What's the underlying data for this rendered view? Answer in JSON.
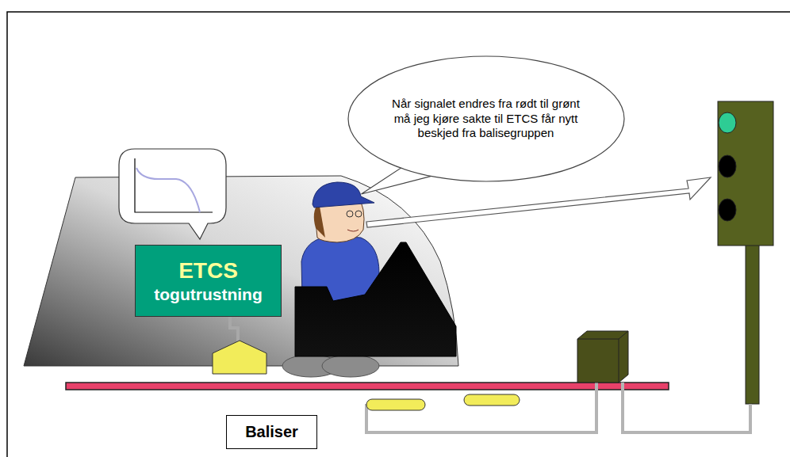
{
  "diagram": {
    "nodes": [
      {
        "text": [
          "Når signalet endres fra rødt til grønt må jeg kjøre sakte til ETCS får nytt beskjed fra balisegruppen"
        ]
      },
      {
        "text": [
          "ETCS",
          "togutrustning"
        ]
      },
      {
        "text": [
          "Baliser"
        ]
      }
    ]
  }
}
